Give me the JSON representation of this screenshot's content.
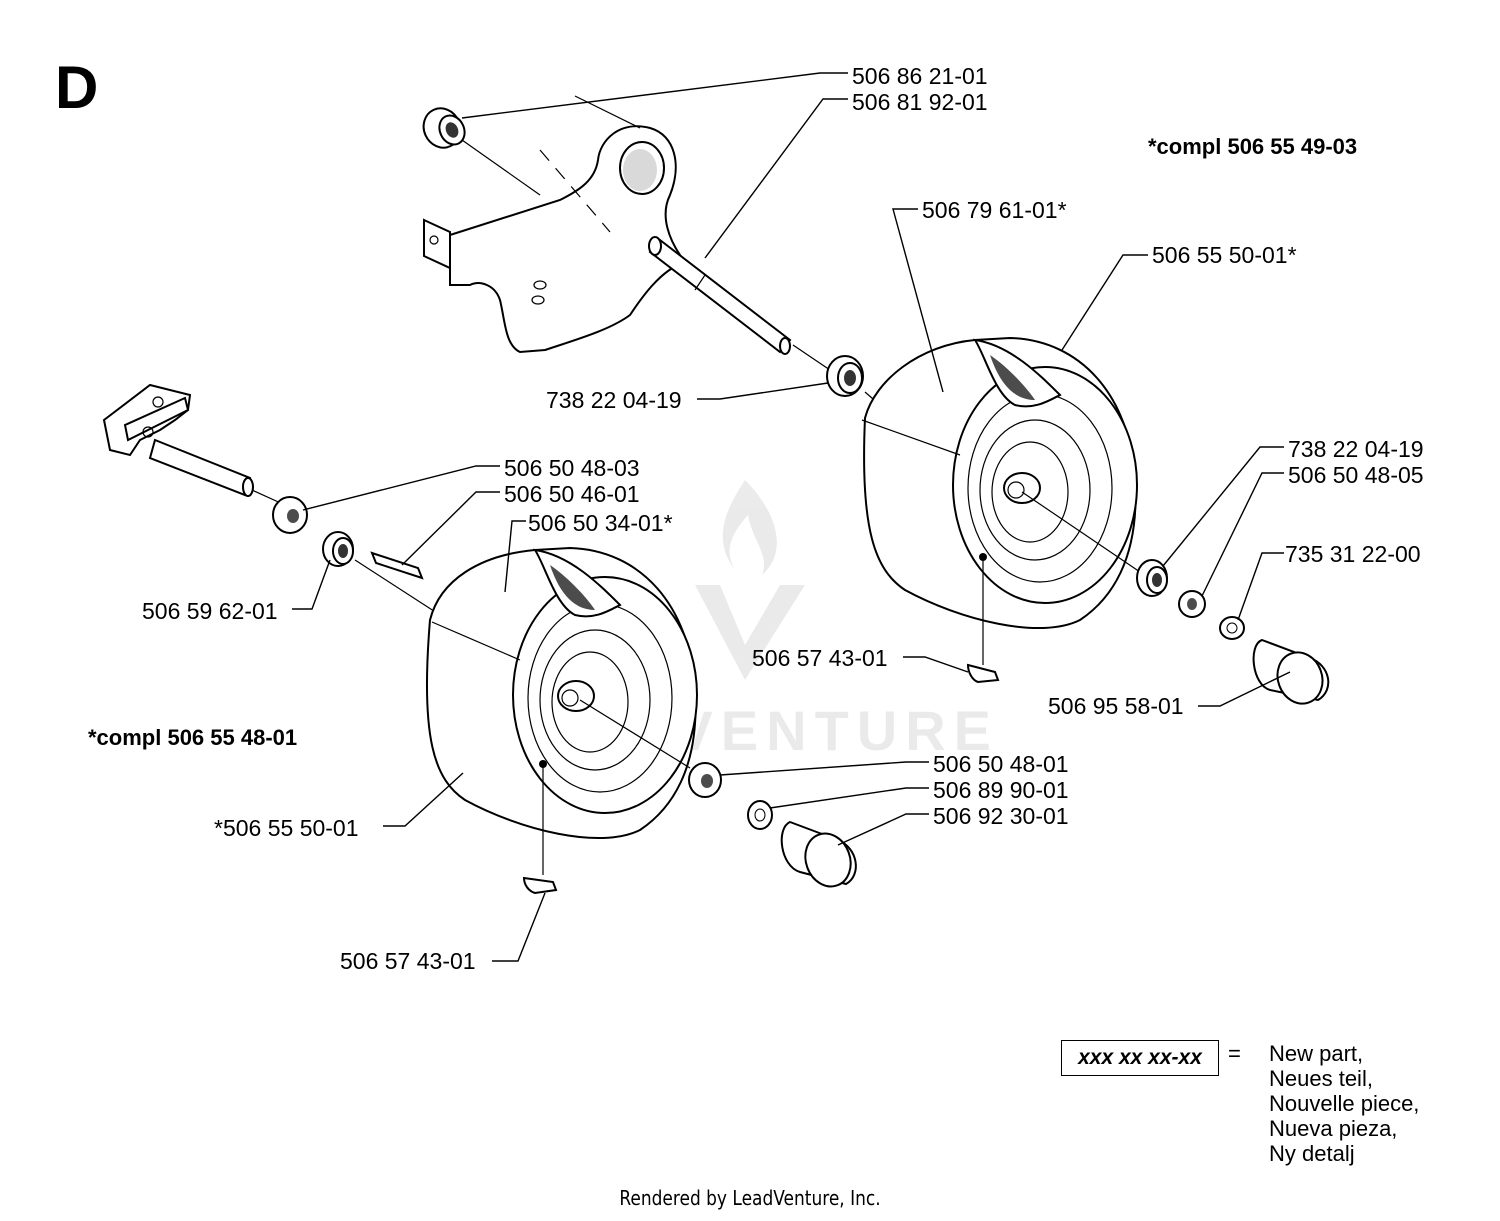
{
  "section_letter": "D",
  "compl_top": "*compl 506 55 49-03",
  "compl_left": "*compl 506 55 48-01",
  "watermark_text": "LEADVENTURE",
  "labels": {
    "l01": "506 86 21-01",
    "l02": "506 81 92-01",
    "l03": "506 79 61-01*",
    "l04": "506 55 50-01*",
    "l05": "738 22 04-19",
    "l06": "738 22 04-19",
    "l07": "506 50 48-05",
    "l08": "735 31 22-00",
    "l09": "506 57 43-01",
    "l10": "506 95 58-01",
    "l11": "506 50 48-03",
    "l12": "506 50 46-01",
    "l13": "506 50 34-01*",
    "l14": "506 59 62-01",
    "l15": "*506 55 50-01",
    "l16": "506 50 48-01",
    "l17": "506 89 90-01",
    "l18": "506 92 30-01",
    "l19": "506 57 43-01"
  },
  "legend": {
    "box_text": "xxx xx xx-xx",
    "equals": "=",
    "lines": [
      "New part,",
      "Neues teil,",
      "Nouvelle piece,",
      "Nueva pieza,",
      "Ny detalj"
    ]
  },
  "footer": "Rendered by LeadVenture, Inc."
}
